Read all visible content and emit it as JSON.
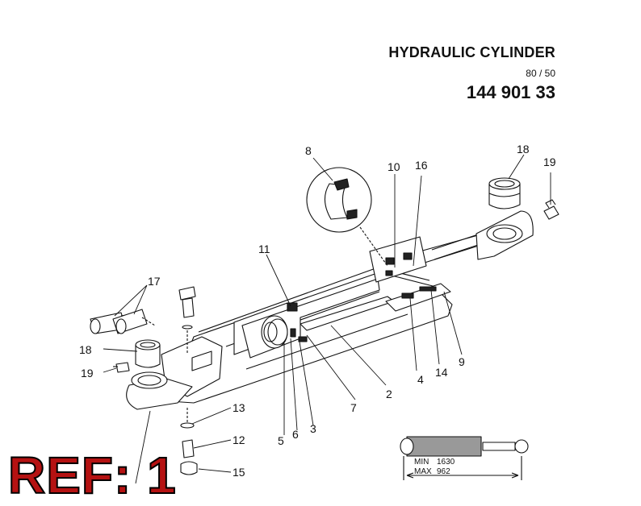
{
  "header": {
    "title": "HYDRAULIC CYLINDER",
    "model": "80 / 50",
    "part_number": "144 901 33"
  },
  "ref_label": "REF: 1",
  "callouts": {
    "c8": "8",
    "c10": "10",
    "c16": "16",
    "c18a": "18",
    "c19a": "19",
    "c11": "11",
    "c17": "17",
    "c18b": "18",
    "c19b": "19",
    "c13": "13",
    "c12": "12",
    "c15": "15",
    "c5": "5",
    "c6": "6",
    "c3": "3",
    "c7": "7",
    "c2": "2",
    "c4": "4",
    "c14": "14",
    "c9": "9"
  },
  "dimensions": {
    "min_label": "MIN",
    "min_value": "1630",
    "max_label": "MAX",
    "max_value": "962"
  },
  "colors": {
    "ref_red": "#b51212",
    "line": "#111111",
    "fill_gray": "#999999"
  }
}
